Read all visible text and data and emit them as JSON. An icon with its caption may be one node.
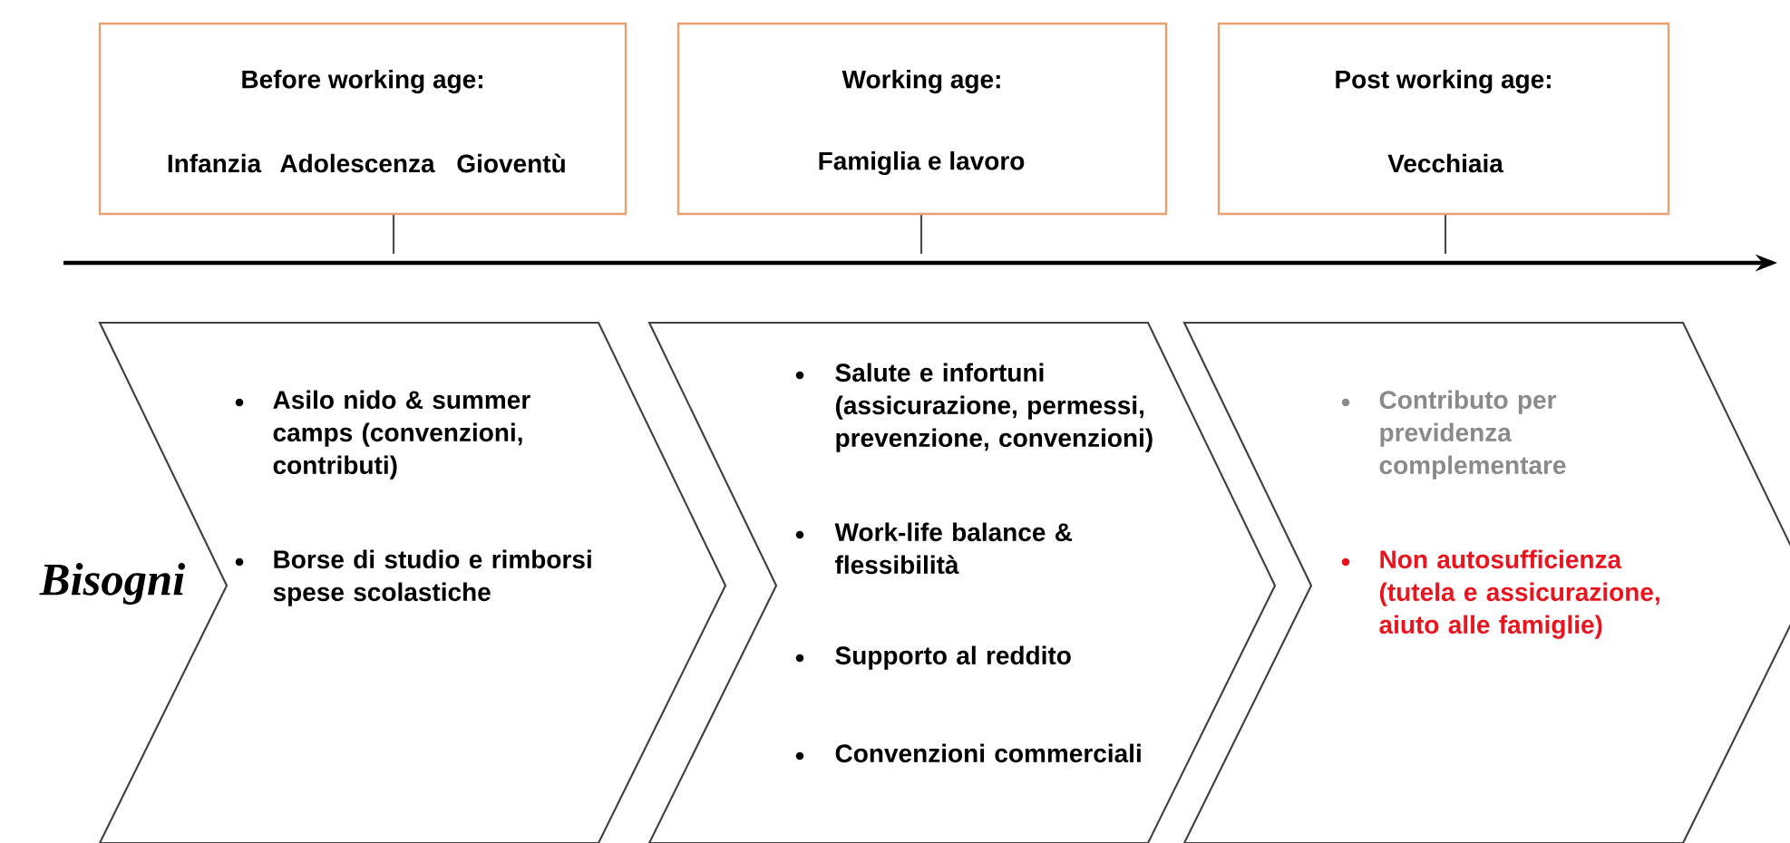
{
  "diagram": {
    "nodes": [
      {
        "text": [
          "Before working age:",
          "Infanzia",
          "Adolescenza",
          "Gioventù"
        ]
      },
      {
        "text": [
          "Working age:",
          "Famiglia e lavoro"
        ]
      },
      {
        "text": [
          "Post working age:",
          "Vecchiaia"
        ]
      },
      {
        "text": [
          "Asilo nido & summer camps (convenzioni, contributi)",
          "Borse di studio e rimborsi spese scolastiche"
        ]
      },
      {
        "text": [
          "Salute e infortuni (assicurazione, permessi, prevenzione, convenzioni)",
          "Work-life balance & flessibilità",
          "Supporto al reddito",
          "Convenzioni commerciali"
        ]
      },
      {
        "text": [
          "Contributo per previdenza complementare",
          "Non autosufficienza (tutela e assicurazione, aiuto alle famiglie)"
        ]
      }
    ],
    "labels": [
      "Bisogni"
    ]
  }
}
